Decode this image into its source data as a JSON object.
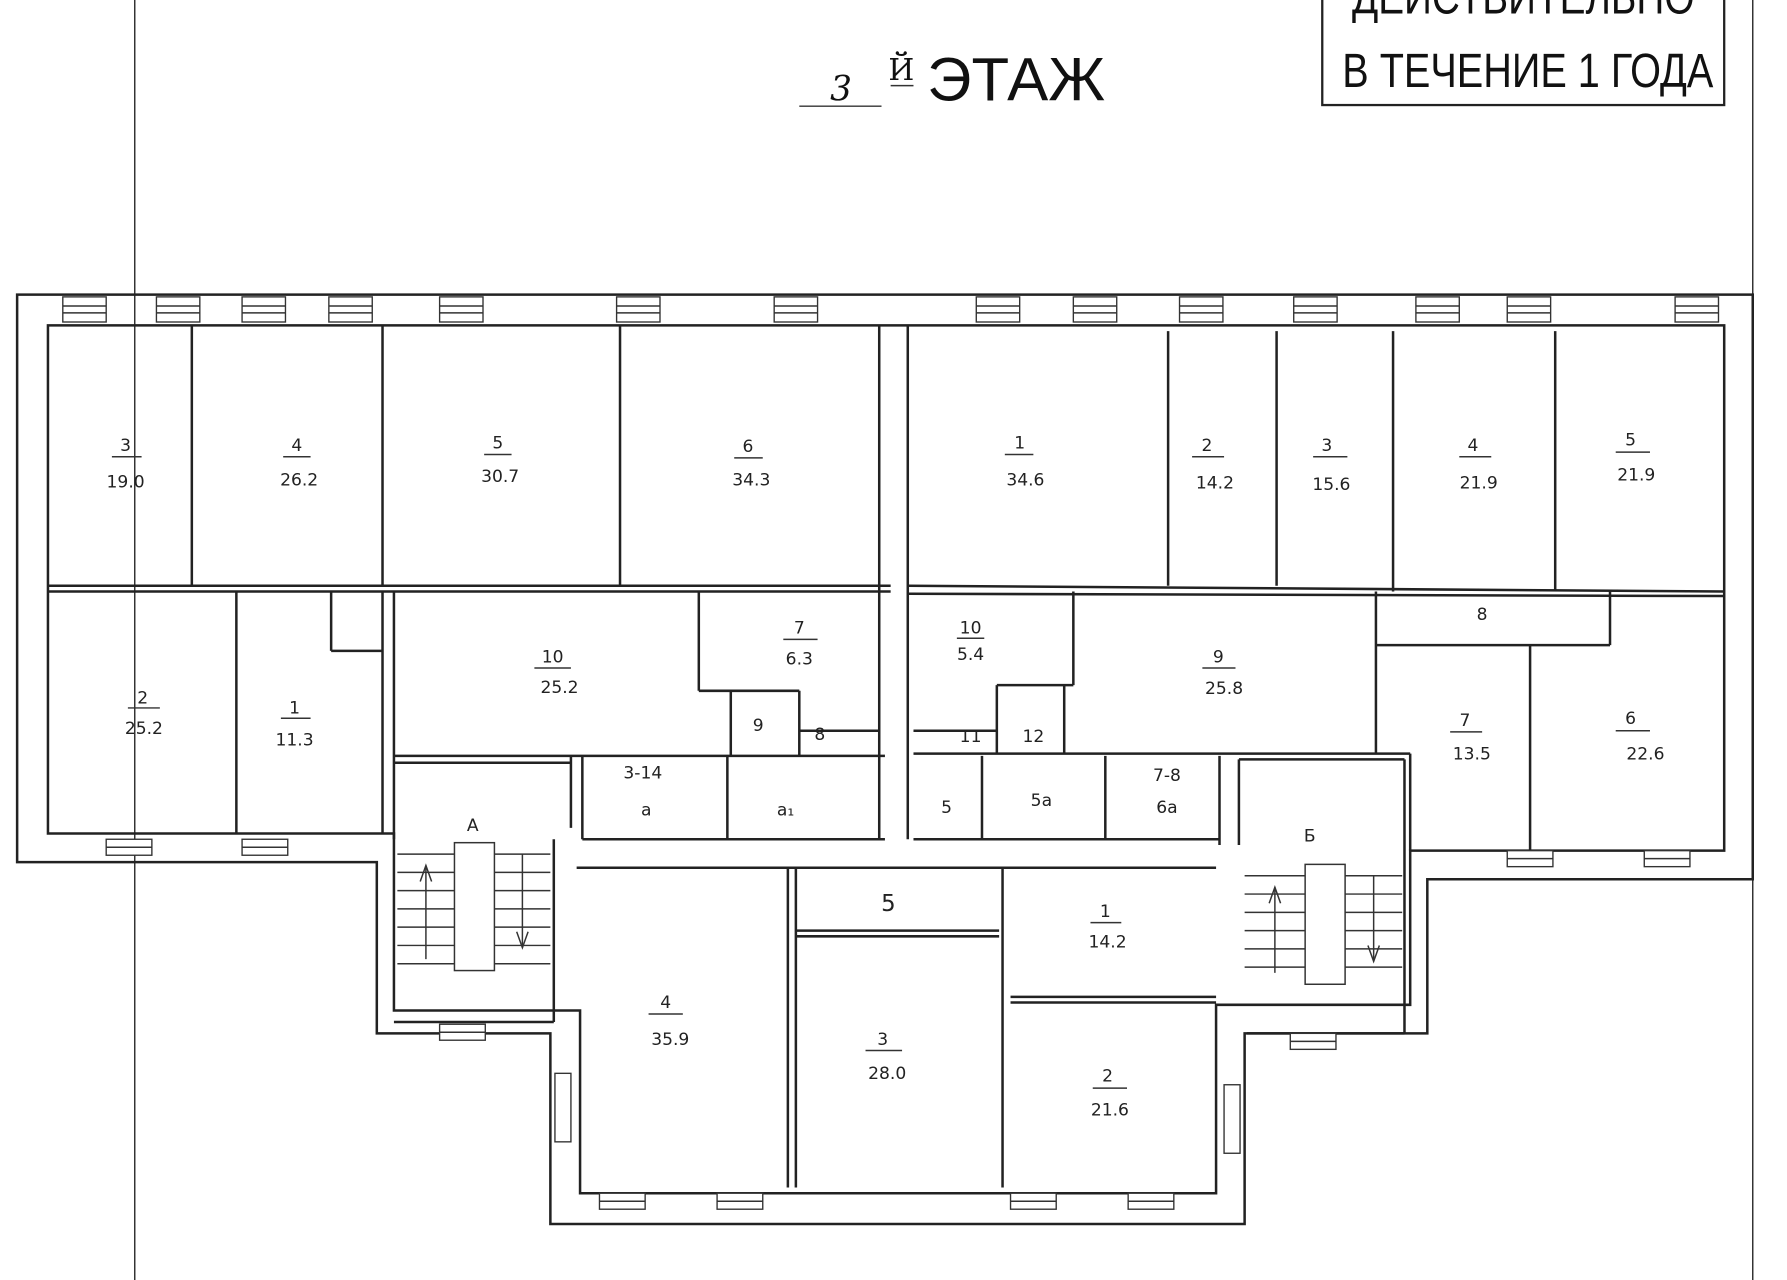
{
  "header": {
    "floor_number": "3",
    "floor_suffix": "Й",
    "floor_word": "ЭТАЖ"
  },
  "stamp": {
    "line1": "ДЕЙСТВИТЕЛЬНО",
    "line2": "В ТЕЧЕНИЕ 1 ГОДА"
  },
  "left_wing": {
    "rooms": [
      {
        "number": "3",
        "area": "19.0"
      },
      {
        "number": "4",
        "area": "26.2"
      },
      {
        "number": "5",
        "area": "30.7"
      },
      {
        "number": "6",
        "area": "34.3"
      },
      {
        "number": "2",
        "area": "25.2"
      },
      {
        "number": "1",
        "area": "11.3"
      },
      {
        "number": "10",
        "area": "25.2"
      },
      {
        "number": "7",
        "area": "6.3"
      }
    ],
    "small_labels": [
      "9",
      "8",
      "3-14",
      "а",
      "а₁",
      "А"
    ]
  },
  "right_wing": {
    "rooms": [
      {
        "number": "1",
        "area": "34.6"
      },
      {
        "number": "2",
        "area": "14.2"
      },
      {
        "number": "3",
        "area": "15.6"
      },
      {
        "number": "4",
        "area": "21.9"
      },
      {
        "number": "5",
        "area": "21.9"
      },
      {
        "number": "10",
        "area": "5.4"
      },
      {
        "number": "9",
        "area": "25.8"
      },
      {
        "number": "7",
        "area": "13.5"
      },
      {
        "number": "6",
        "area": "22.6"
      }
    ],
    "small_labels": [
      "8",
      "11",
      "12",
      "5",
      "5а",
      "7-8",
      "6а",
      "Б"
    ]
  },
  "center_block": {
    "rooms": [
      {
        "number": "1",
        "area": "14.2"
      },
      {
        "number": "4",
        "area": "35.9"
      },
      {
        "number": "3",
        "area": "28.0"
      },
      {
        "number": "2",
        "area": "21.6"
      }
    ],
    "small_labels": [
      "5"
    ]
  }
}
